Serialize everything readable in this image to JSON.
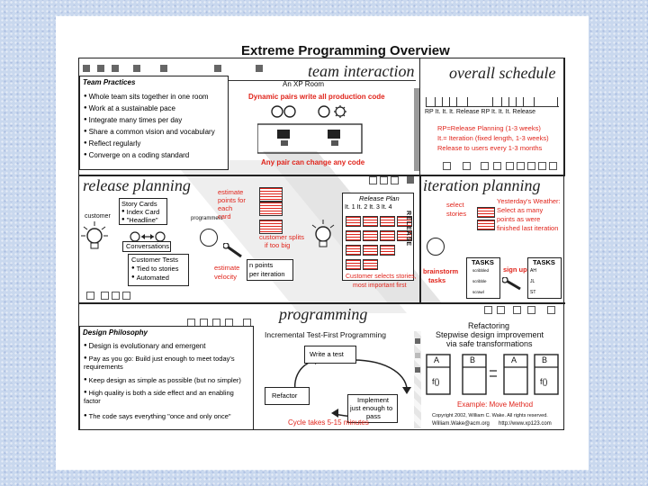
{
  "title": "Extreme Programming Overview",
  "sections": {
    "team_interaction": "team interaction",
    "overall_schedule": "overall schedule",
    "release_planning": "release planning",
    "iteration_planning": "iteration planning",
    "programming": "programming"
  },
  "team_practices": {
    "heading": "Team Practices",
    "items": [
      "Whole team sits together in one room",
      "Work at a sustainable pace",
      "Integrate many times per day",
      "Share a common vision and vocabulary",
      "Reflect regularly",
      "Converge on a coding standard"
    ]
  },
  "xp_room": {
    "heading": "An XP Room",
    "pairs_note": "Dynamic pairs write all production code",
    "change_note": "Any pair can change any code"
  },
  "schedule": {
    "timeline": "RP It. It. It. Release RP It. It. It. Release",
    "lines": [
      "RP=Release Planning (1-3 weeks)",
      "It.= Iteration (fixed length, 1-3 weeks)",
      "Release to users every 1-3 months"
    ]
  },
  "release": {
    "customer": "customer",
    "story_cards": "Story Cards",
    "index_card": "Index Card",
    "headline": "\"Headline\"",
    "conversations": "Conversations",
    "programmers": "programmers",
    "estimate": [
      "estimate",
      "points for",
      "each",
      "card"
    ],
    "splits": [
      "customer splits",
      "if too big"
    ],
    "velocity_label": [
      "estimate",
      "velocity"
    ],
    "velocity_value": [
      "n points",
      "per iteration"
    ],
    "tests": "Customer Tests",
    "tied": "Tied to stories",
    "automated": "Automated",
    "release_plan": "Release Plan",
    "iterations": "It. 1  It. 2  It. 3  It. 4",
    "release_vertical": "RELEASE",
    "selects": [
      "Customer selects stories,",
      "most important first"
    ]
  },
  "iteration": {
    "select": [
      "select",
      "stories"
    ],
    "weather": [
      "Yesterday's Weather:",
      "Select as many",
      "points as were",
      "finished last iteration"
    ],
    "brainstorm": [
      "brainstorm",
      "tasks"
    ],
    "tasks": "TASKS",
    "signup": "sign up",
    "left_tasks": [
      "scribbled",
      "scribble",
      "scrawl"
    ],
    "right_tasks": [
      "AH",
      "JL",
      "ST"
    ]
  },
  "design": {
    "heading": "Design Philosophy",
    "items": [
      "Design is evolutionary and emergent",
      "Pay as you go: Build just enough to meet today's requirements",
      "Keep design as simple as possible (but no simpler)",
      "High quality is both a side effect and an enabling factor",
      "The code says everything \"once and only once\""
    ]
  },
  "tfp": {
    "heading": "Incremental Test-First Programming",
    "write": "Write a test",
    "implement": [
      "Implement",
      "just enough to",
      "pass"
    ],
    "refactor": "Refactor",
    "cycle": "Cycle takes 5-15 minutes"
  },
  "refactoring": {
    "heading": "Refactoring",
    "sub": [
      "Stepwise design improvement",
      "via safe transformations"
    ],
    "a": "A",
    "b": "B",
    "f": "f()",
    "example": "Example: Move Method"
  },
  "copyright": {
    "line1": "Copyright 2002, William C. Wake. All rights reserved.",
    "line2": "William.Wake@acm.org",
    "line3": "http://www.xp123.com"
  },
  "colors": {
    "accent": "#e0241b",
    "ink": "#111111",
    "stripe": "#e6e6e6"
  }
}
